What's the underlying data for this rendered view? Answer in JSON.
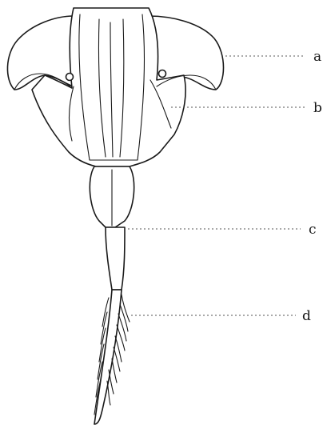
{
  "figure": {
    "labels": [
      "a",
      "b",
      "c",
      "d"
    ]
  }
}
